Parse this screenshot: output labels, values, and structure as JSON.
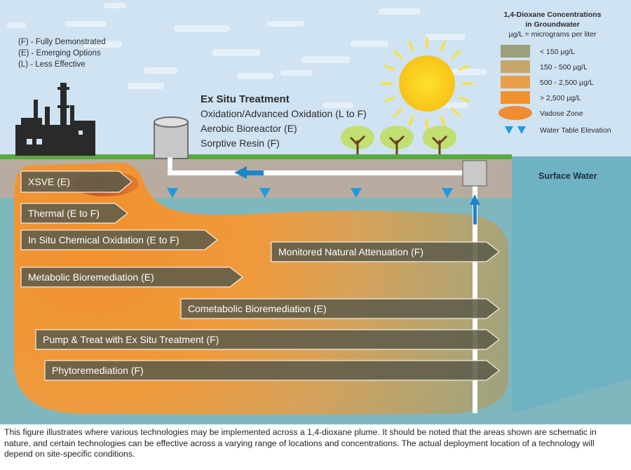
{
  "key": {
    "fully": "(F) - Fully Demonstrated",
    "emerging": "(E) - Emerging Options",
    "less": "(L) - Less Effective"
  },
  "ex_situ": {
    "title": "Ex Situ Treatment",
    "items": [
      "Oxidation/Advanced Oxidation (L to F)",
      "Aerobic Bioreactor (E)",
      "Sorptive Resin (F)"
    ]
  },
  "legend": {
    "title_line1": "1,4-Dioxane Concentrations",
    "title_line2": "in Groundwater",
    "unit_note": "µg/L = micrograms per liter",
    "items": [
      {
        "label": "< 150 µg/L",
        "color": "#9c9f7c"
      },
      {
        "label": "150 - 500 µg/L",
        "color": "#c6a56a"
      },
      {
        "label": "500  - 2,500 µg/L",
        "color": "#e8a04c"
      },
      {
        "label": "> 2,500 µg/L",
        "color": "#f2922e"
      },
      {
        "label": "Vadose Zone",
        "color": "#c8501e"
      },
      {
        "label": "Water Table Elevation",
        "color": "#1e9be0"
      }
    ]
  },
  "surface_water": "Surface Water",
  "technologies": [
    "XSVE (E)",
    "Thermal (E to F)",
    "In Situ Chemical Oxidation (E to F)",
    "Monitored Natural Attenuation (F)",
    "Metabolic Bioremediation (E)",
    "Cometabolic Bioremediation (E)",
    "Pump & Treat with Ex Situ Treatment (F)",
    "Phytoremediation (F)"
  ],
  "caption": "This figure illustrates where various technologies may be implemented across a 1,4-dioxane plume. It should be noted that the areas shown are schematic in nature, and certain technologies can be effective across a varying range of locations and concentrations. The actual deployment location of a technology will depend on site-specific conditions.",
  "colors": {
    "sky": "#cfe3f2",
    "ground": "#b8aca0",
    "grass": "#5aa840",
    "groundwater": "#7fb7bf",
    "arrow_fill": "#5e5c4a",
    "water_table": "#1e9be0",
    "sun": "#fde12a"
  }
}
